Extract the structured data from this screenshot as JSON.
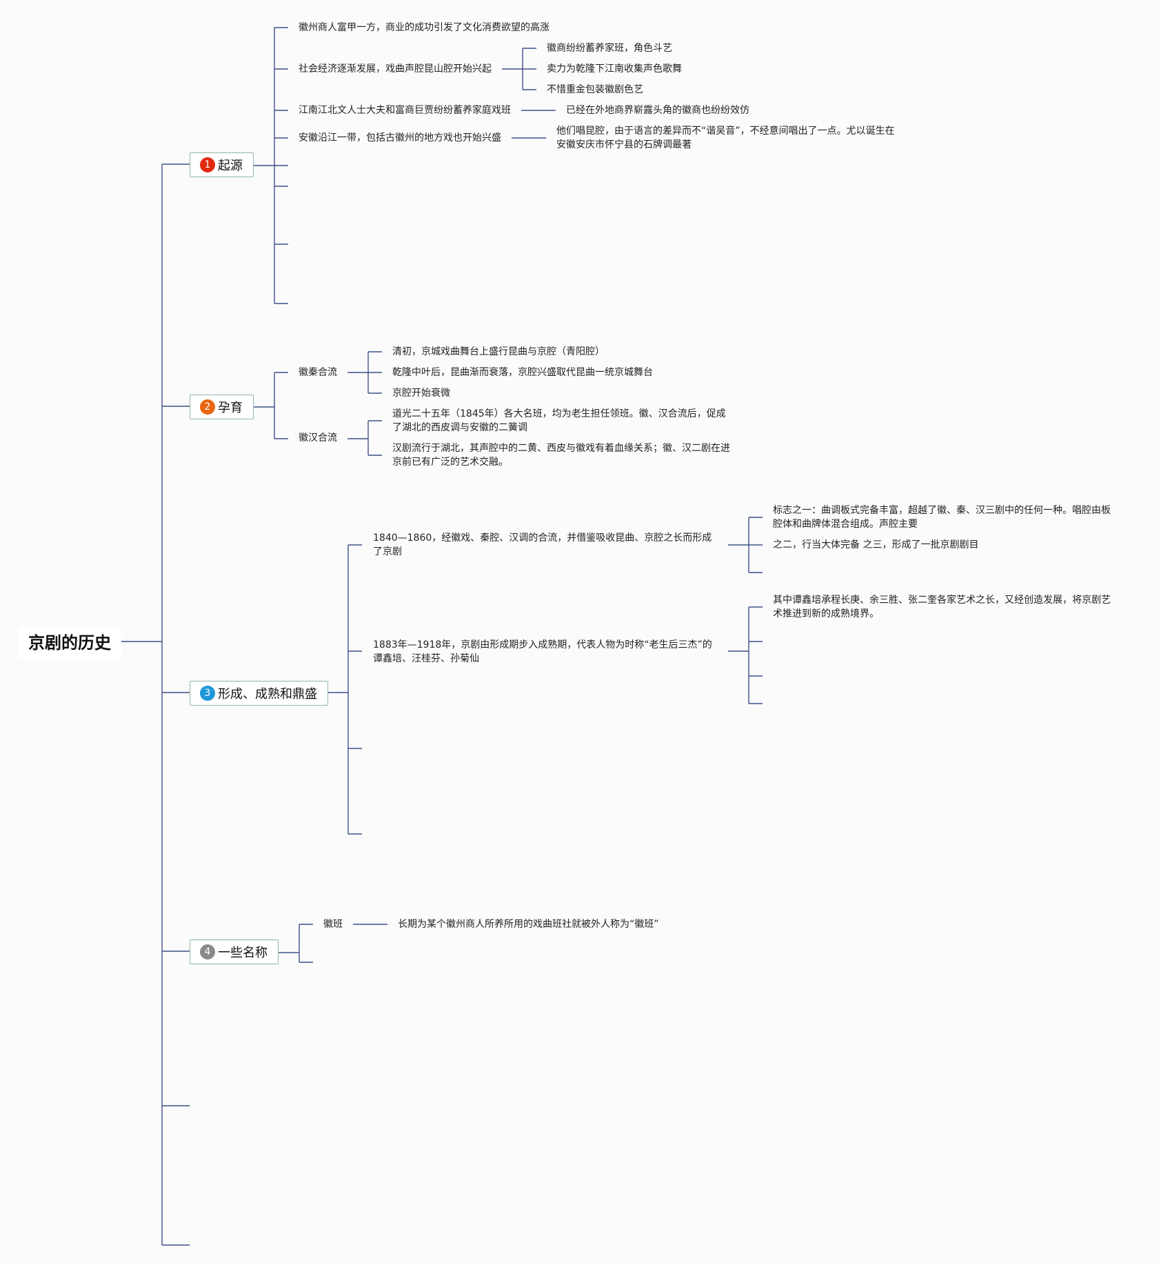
{
  "root": {
    "label": "京剧的历史"
  },
  "branches": {
    "origin": {
      "number": "1",
      "label": "起源",
      "color": "#e02a10",
      "items": [
        {
          "text": "徽州商人富甲一方，商业的成功引发了文化消费欲望的高涨"
        },
        {
          "text": "社会经济逐渐发展，戏曲声腔昆山腔开始兴起",
          "children": [
            "徽商纷纷蓄养家班，角色斗艺",
            "卖力为乾隆下江南收集声色歌舞",
            "不惜重金包装徽剧色艺"
          ]
        },
        {
          "text": "江南江北文人士大夫和富商巨贾纷纷蓄养家庭戏班",
          "children": [
            "已经在外地商界崭露头角的徽商也纷纷效仿"
          ]
        },
        {
          "text": "安徽沿江一带，包括古徽州的地方戏也开始兴盛",
          "children": [
            "他们唱昆腔，由于语言的差异而不“谐吴音”，不经意间唱出了一点。尤以诞生在安徽安庆市怀宁县的石牌调最著"
          ]
        }
      ]
    },
    "gestation": {
      "number": "2",
      "label": "孕育",
      "color": "#e8660f",
      "items": [
        {
          "text": "徽秦合流",
          "children": [
            "清初，京城戏曲舞台上盛行昆曲与京腔（青阳腔）",
            "乾隆中叶后，昆曲渐而衰落，京腔兴盛取代昆曲一统京城舞台",
            "京腔开始衰微"
          ]
        },
        {
          "text": "徽汉合流",
          "children": [
            "道光二十五年（1845年）各大名班，均为老生担任领班。徽、汉合流后，促成了湖北的西皮调与安徽的二簧调",
            "汉剧流行于湖北，其声腔中的二黄、西皮与徽戏有着血缘关系；徽、汉二剧在进京前已有广泛的艺术交融。"
          ]
        }
      ]
    },
    "formation": {
      "number": "3",
      "label": "形成、成熟和鼎盛",
      "color": "#1f97d9",
      "items": [
        {
          "text": "1840—1860，经徽戏、秦腔、汉调的合流，并借鉴吸收昆曲、京腔之长而形成了京剧",
          "children": [
            "标志之一：曲调板式完备丰富，超越了徽、秦、汉三剧中的任何一种。唱腔由板腔体和曲牌体混合组成。声腔主要",
            "之二，行当大体完备 之三，形成了一批京剧剧目"
          ]
        },
        {
          "text": "1883年—1918年，京剧由形成期步入成熟期，代表人物为时称“老生后三杰”的谭鑫培、汪桂芬、孙菊仙",
          "children": [
            "其中谭鑫培承程长庚、余三胜、张二奎各家艺术之长，又经创造发展，将京剧艺术推进到新的成熟境界。"
          ]
        }
      ]
    },
    "names": {
      "number": "4",
      "label": "一些名称",
      "color": "#8a8a8a",
      "items": [
        {
          "text": "徽班",
          "children": [
            "长期为某个徽州商人所养所用的戏曲班社就被外人称为“徽班”"
          ]
        }
      ]
    }
  }
}
